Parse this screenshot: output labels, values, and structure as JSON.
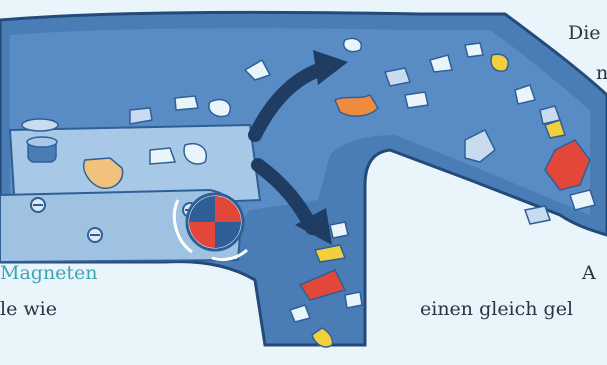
{
  "text": {
    "line_top_right_1": "Die",
    "line_top_right_2": "n",
    "magnet_term": "Magneten",
    "line_left": "le wie",
    "line_right_1": "A",
    "line_right_2": "einen gleich gel",
    "line_bottom_partial": "…"
  },
  "colors": {
    "background": "#eaf4fb",
    "conveyor_dark": "#2f5f97",
    "conveyor_mid": "#4a7cb6",
    "conveyor_light": "#a7c8e6",
    "highlight_text": "#3aa6b3",
    "red_item": "#e2473a",
    "orange_item": "#f08a3c",
    "yellow_item": "#f1cf3d",
    "beige_item": "#f1c27d"
  }
}
